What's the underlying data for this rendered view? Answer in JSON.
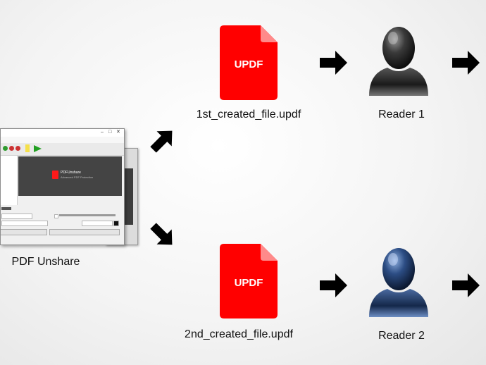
{
  "source": {
    "label": "PDF Unshare",
    "banner_title": "PDFUnshare",
    "banner_subtitle": "Advanced PDF Protection"
  },
  "file_icon_text": "UPDF",
  "branches": [
    {
      "file_label": "1st_created_file.updf",
      "reader_label": "Reader 1"
    },
    {
      "file_label": "2nd_created_file.updf",
      "reader_label": "Reader 2"
    }
  ],
  "colors": {
    "file_icon": "#ff0000",
    "file_icon_fold": "#ff8a8a",
    "reader_1": "#2a2a2a",
    "reader_2": "#1f3a66",
    "arrow": "#000000"
  },
  "icons": [
    "arrow-icon",
    "person-icon",
    "document-icon"
  ]
}
